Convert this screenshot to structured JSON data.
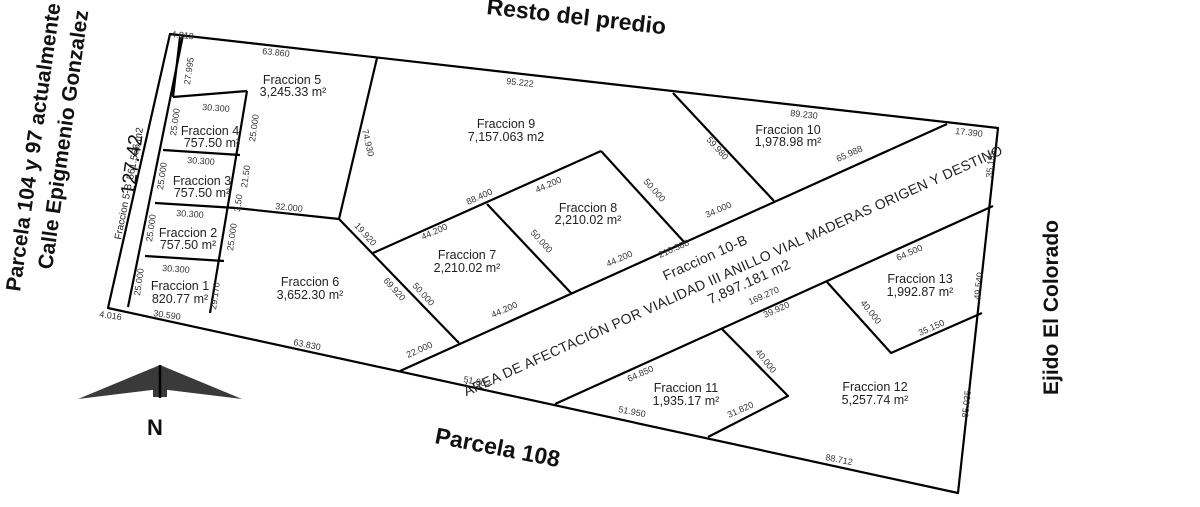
{
  "boundaries": {
    "north": "Resto del predio",
    "south": "Parcela 108",
    "east": "Ejido El Colorado",
    "west_line1": "Parcela 104 y 97 actualmente",
    "west_line2": "Calle Epigmenio Gonzalez",
    "west_length": "127.42"
  },
  "compass": {
    "label": "N",
    "icon": "north-arrow-icon"
  },
  "strip": {
    "label": "Fraccion 5-B",
    "area": "561.556 m2"
  },
  "fractions": [
    {
      "id": "1",
      "name": "Fraccion 1",
      "area": "820.77 m²"
    },
    {
      "id": "2",
      "name": "Fraccion 2",
      "area": "757.50 m²"
    },
    {
      "id": "3",
      "name": "Fraccion 3",
      "area": "757.50 m²"
    },
    {
      "id": "4",
      "name": "Fraccion 4",
      "area": "757.50 m²"
    },
    {
      "id": "5",
      "name": "Fraccion 5",
      "area": "3,245.33 m²"
    },
    {
      "id": "6",
      "name": "Fraccion 6",
      "area": "3,652.30 m²"
    },
    {
      "id": "7",
      "name": "Fraccion 7",
      "area": "2,210.02 m²"
    },
    {
      "id": "8",
      "name": "Fraccion 8",
      "area": "2,210.02 m²"
    },
    {
      "id": "9",
      "name": "Fraccion 9",
      "area": "7,157.063 m2"
    },
    {
      "id": "10",
      "name": "Fraccion 10",
      "area": "1,978.98 m²"
    },
    {
      "id": "11",
      "name": "Fraccion 11",
      "area": "1,935.17 m²"
    },
    {
      "id": "12",
      "name": "Fraccion 12",
      "area": "5,257.74 m²"
    },
    {
      "id": "13",
      "name": "Fraccion 13",
      "area": "1,992.87 m²"
    }
  ],
  "road": {
    "name": "Fraccion 10-B",
    "description": "ÁREA DE AFECTACIÓN POR VIALIDAD III ANILLO VIAL MADERAS ORIGEN Y DESTINO",
    "area": "7,897.181 m2"
  },
  "dimensions": {
    "d4818": "4.818",
    "d63860": "63.860",
    "d27995": "27.995",
    "d95222": "95.222",
    "d89230": "89.230",
    "d17390": "17.390",
    "d35195": "35.195",
    "d74930": "74.930",
    "d59980": "59.980",
    "d65988": "65.988",
    "d34000": "34.000",
    "d210388": "210.388",
    "d88400": "88.400",
    "d44200a": "44.200",
    "d44200b": "44.200",
    "d44200c": "44.200",
    "d44200d": "44.200",
    "d50000a": "50.000",
    "d50000b": "50.000",
    "d50000c": "50.000",
    "d19920": "19.920",
    "d69920": "69.920",
    "d22000": "22.000",
    "d32000": "32.000",
    "d63830": "63.830",
    "d51902": "51.902",
    "d30300a": "30.300",
    "d30300b": "30.300",
    "d30300c": "30.300",
    "d30300d": "30.300",
    "d30590": "30.590",
    "d25000a": "25.000",
    "d25000b": "25.000",
    "d25000c": "25.000",
    "d25000d": "25.000",
    "d25000e": "25.000",
    "d25000f": "25.000",
    "d21500": "21.50",
    "d3500": "3.50",
    "d29170": "29.170",
    "d4016": "4.016",
    "d169270": "169.270",
    "d39920": "39.920",
    "d64850": "64.850",
    "d40000a": "40.000",
    "d40000b": "40.000",
    "d31820": "31.820",
    "d51950": "51.950",
    "d64500": "64.500",
    "d49540": "49.540",
    "d35150": "35.150",
    "d85035": "85.035",
    "d88712": "88.712"
  }
}
